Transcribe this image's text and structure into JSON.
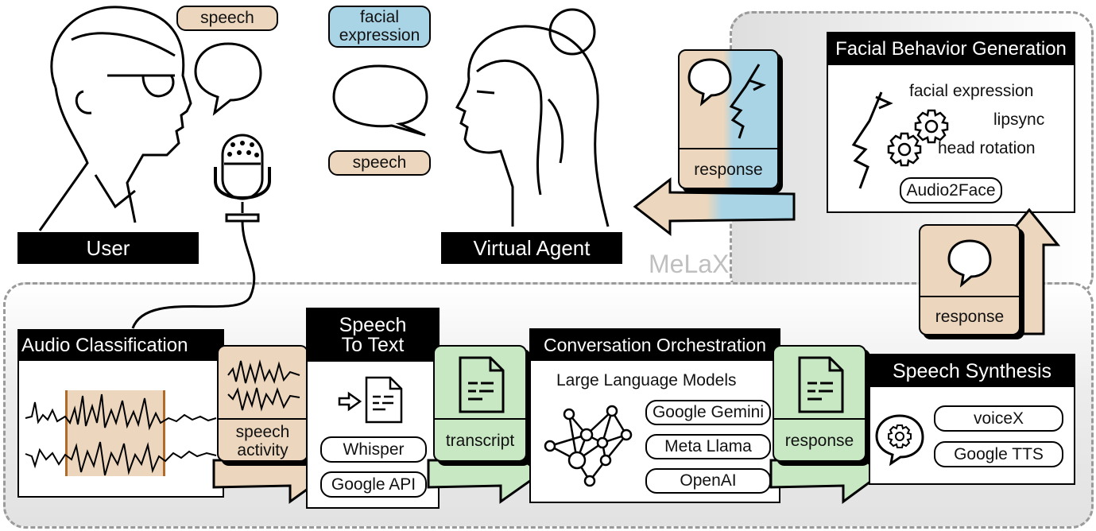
{
  "region_label": "MeLaX",
  "top": {
    "user_label": "User",
    "agent_label": "Virtual Agent",
    "user_speech_tag": "speech",
    "agent_facial_tag": "facial\nexpression",
    "agent_speech_tag": "speech",
    "response_card_label": "response"
  },
  "facial_behavior": {
    "title": "Facial Behavior Generation",
    "items": [
      "facial expression",
      "lipsync",
      "head rotation"
    ],
    "tool": "Audio2Face"
  },
  "response_card_right": "response",
  "pipeline": {
    "audio_classification": {
      "title": "Audio Classification"
    },
    "speech_activity_card": "speech\nactivity",
    "speech_to_text": {
      "title": "Speech\nTo Text",
      "tools": [
        "Whisper",
        "Google API"
      ]
    },
    "transcript_card": "transcript",
    "conversation": {
      "title": "Conversation Orchestration",
      "subtitle": "Large Language Models",
      "models": [
        "Google Gemini",
        "Meta Llama",
        "OpenAI"
      ]
    },
    "response_card": "response",
    "speech_synthesis": {
      "title": "Speech Synthesis",
      "tools": [
        "voiceX",
        "Google TTS"
      ]
    }
  },
  "colors": {
    "tan": "#ecd6bd",
    "blue": "#a9d4e6",
    "green": "#c8e8c4",
    "black": "#000000"
  },
  "icons": [
    "speech-bubble-icon",
    "microphone-icon",
    "document-icon",
    "neural-network-icon",
    "gear-icon",
    "face-profile-icon",
    "waveform-icon",
    "arrow-icon"
  ]
}
